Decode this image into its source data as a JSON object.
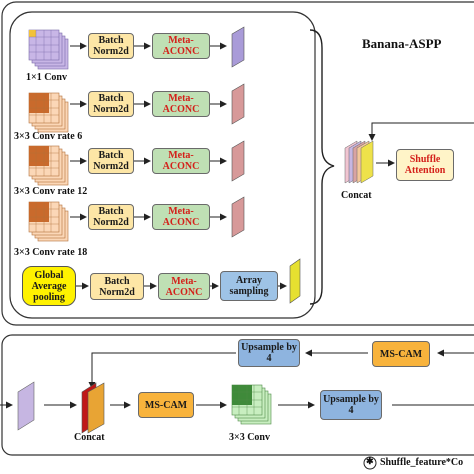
{
  "diagram": {
    "top_title": "Banana-ASPP",
    "branches": [
      {
        "label": "1×1 Conv",
        "bn": "Batch Norm2d",
        "act": "Meta-ACONC"
      },
      {
        "label": "3×3 Conv rate 6",
        "bn": "Batch Norm2d",
        "act": "Meta-ACONC"
      },
      {
        "label": "3×3 Conv rate 12",
        "bn": "Batch Norm2d",
        "act": "Meta-ACONC"
      },
      {
        "label": "3×3 Conv rate 18",
        "bn": "Batch Norm2d",
        "act": "Meta-ACONC"
      }
    ],
    "pool_branch": {
      "gap": "Global Average pooling",
      "bn": "Batch Norm2d",
      "act": "Meta-ACONC",
      "sampling": "Array sampling"
    },
    "concat_top": "Concat",
    "shuffle_attention": "Shuffle Attention",
    "bottom": {
      "mscam_top": "MS-CAM",
      "upsample_top": "Upsample by 4",
      "mscam_mid": "MS-CAM",
      "upsample_mid": "Upsample by 4",
      "concat": "Concat",
      "conv": "3×3 Conv"
    },
    "legend": "Shuffle_feature*Co"
  }
}
